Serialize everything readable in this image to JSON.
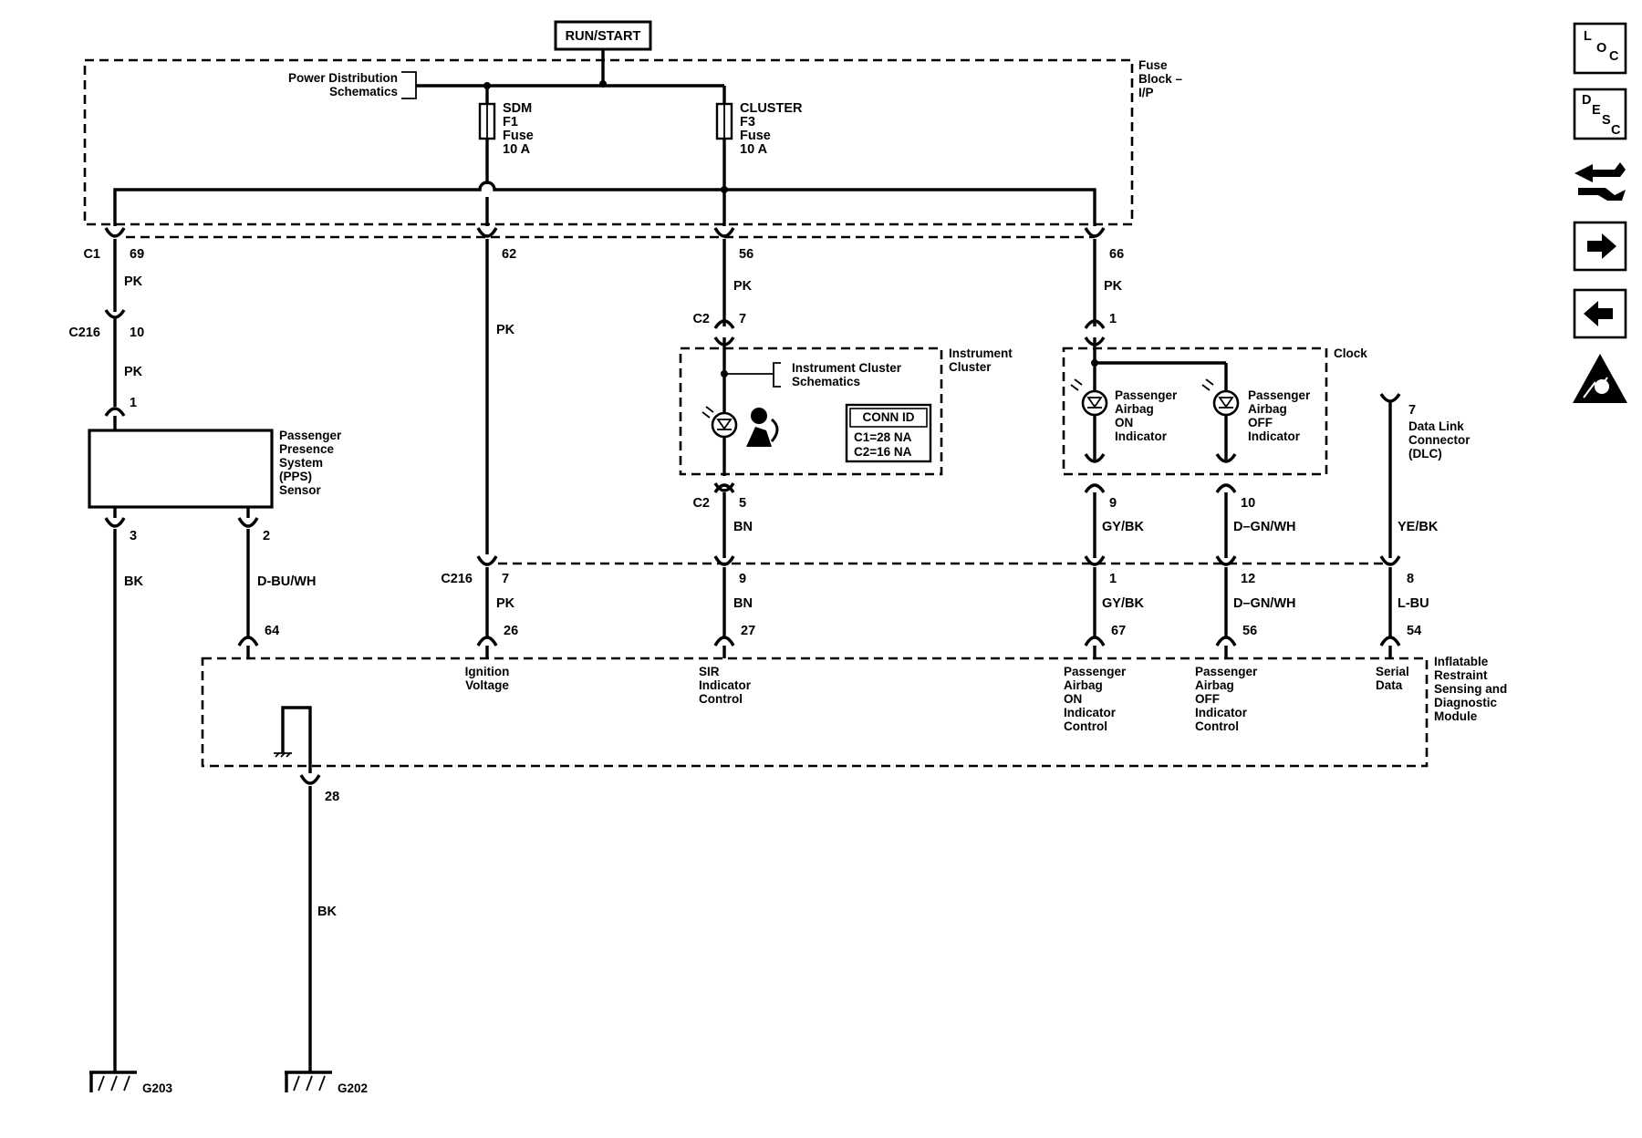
{
  "header": {
    "power_mode": "RUN/START"
  },
  "fuse_block": {
    "name": [
      "Fuse",
      "Block –",
      "I/P"
    ],
    "power_ref": [
      "Power Distribution",
      "Schematics"
    ],
    "fuse_sdm": [
      "SDM",
      "F1",
      "Fuse",
      "10 A"
    ],
    "fuse_cluster": [
      "CLUSTER",
      "F3",
      "Fuse",
      "10 A"
    ]
  },
  "connectors": {
    "c1": "C1",
    "c216": "C216",
    "c2": "C2"
  },
  "pins": {
    "p69": "69",
    "p62": "62",
    "p56": "56",
    "p66": "66",
    "p10": "10",
    "p1a": "1",
    "p7a": "7",
    "p1b": "1",
    "p3": "3",
    "p2": "2",
    "p5": "5",
    "p9a": "9",
    "p10b": "10",
    "p7b": "7",
    "p7c": "7",
    "p9b": "9",
    "p1c": "1",
    "p12": "12",
    "p8": "8",
    "p64": "64",
    "p26": "26",
    "p27": "27",
    "p67": "67",
    "p56b": "56",
    "p54": "54",
    "p28": "28"
  },
  "wires": {
    "pk": "PK",
    "bk": "BK",
    "dbuwh": "D-BU/WH",
    "bn": "BN",
    "gybk": "GY/BK",
    "dgnwh": "D–GN/WH",
    "yebk": "YE/BK",
    "lbu": "L-BU"
  },
  "pps_sensor": [
    "Passenger",
    "Presence",
    "System",
    "(PPS)",
    "Sensor"
  ],
  "instrument_cluster": {
    "name": [
      "Instrument",
      "Cluster"
    ],
    "ref": [
      "Instrument Cluster",
      "Schematics"
    ],
    "conn_id_title": "CONN ID",
    "conn_id_lines": [
      "C1=28 NA",
      "C2=16 NA"
    ]
  },
  "clock": {
    "name": "Clock",
    "on_indicator": [
      "Passenger",
      "Airbag",
      "ON",
      "Indicator"
    ],
    "off_indicator": [
      "Passenger",
      "Airbag",
      "OFF",
      "Indicator"
    ]
  },
  "dlc": [
    "Data Link",
    "Connector",
    "(DLC)"
  ],
  "module": {
    "name": [
      "Inflatable",
      "Restraint",
      "Sensing and",
      "Diagnostic",
      "Module"
    ],
    "ign": [
      "Ignition",
      "Voltage"
    ],
    "sir": [
      "SIR",
      "Indicator",
      "Control"
    ],
    "on_ctrl": [
      "Passenger",
      "Airbag",
      "ON",
      "Indicator",
      "Control"
    ],
    "off_ctrl": [
      "Passenger",
      "Airbag",
      "OFF",
      "Indicator",
      "Control"
    ],
    "serial": [
      "Serial",
      "Data"
    ]
  },
  "grounds": {
    "g203": "G203",
    "g202": "G202"
  },
  "sidebar": {
    "loc": {
      "l": "L",
      "o": "O",
      "c": "C"
    },
    "desc": {
      "d": "D",
      "e": "E",
      "s": "S",
      "c": "C"
    }
  }
}
